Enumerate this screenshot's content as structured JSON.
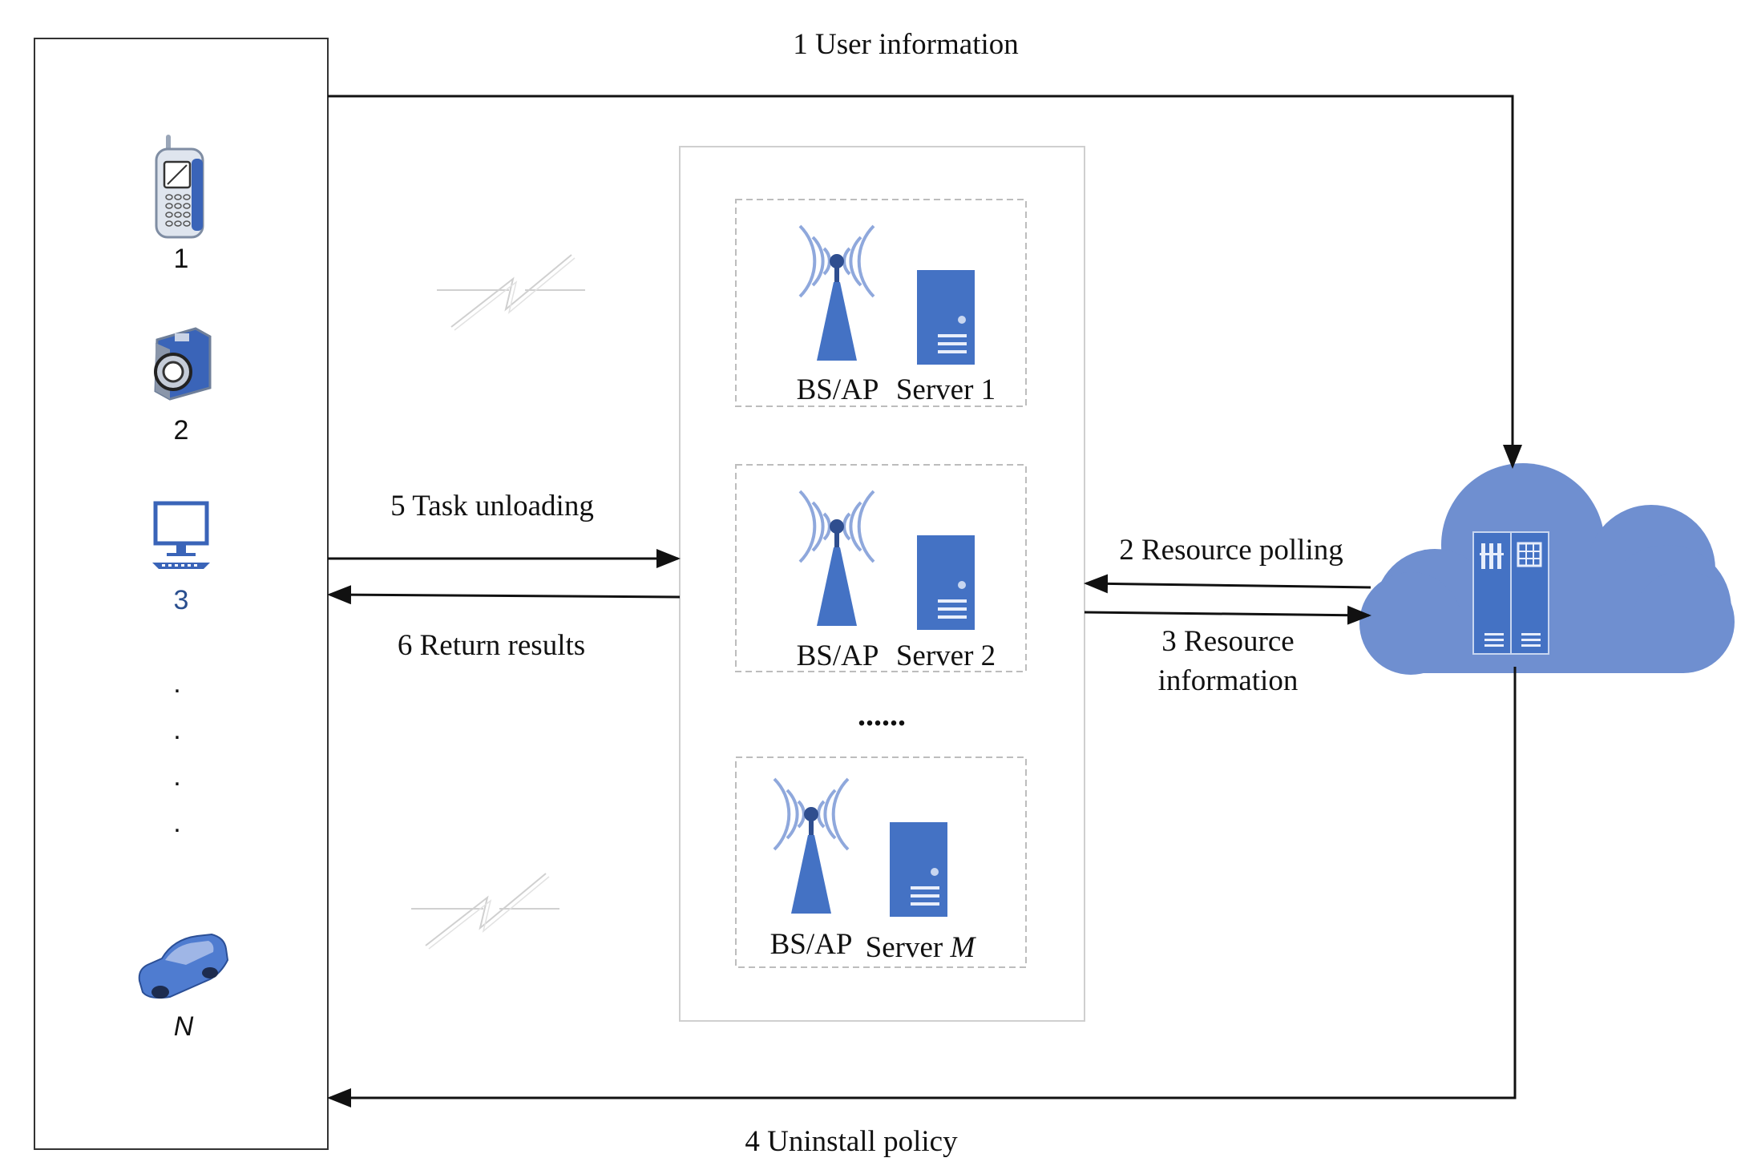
{
  "edges": {
    "user_information": "1 User information",
    "resource_polling": "2 Resource polling",
    "resource_information_line1": "3 Resource",
    "resource_information_line2": "information",
    "uninstall_policy": "4 Uninstall policy",
    "task_unloading": "5 Task unloading",
    "return_results": "6 Return results"
  },
  "devices": [
    {
      "label": "1",
      "icon": "mobile-phone-icon"
    },
    {
      "label": "2",
      "icon": "camera-icon"
    },
    {
      "label": "3",
      "icon": "computer-icon"
    },
    {
      "label": "N",
      "icon": "car-icon"
    }
  ],
  "device_ellipsis": ".",
  "edge_nodes": [
    {
      "bs_label": "BS/AP",
      "server_label": "Server 1"
    },
    {
      "bs_label": "BS/AP",
      "server_label": "Server 2"
    },
    {
      "bs_label": "BS/AP",
      "server_label_prefix": "Server ",
      "server_label_suffix": "M"
    }
  ],
  "edge_ellipsis": "......",
  "cloud_icon": "cloud-server-icon",
  "colors": {
    "blue": "#4472c4",
    "light_blue": "#8fa8dc",
    "cloud": "#6f8fd0",
    "dash_border": "#bdbdbd",
    "line": "#111111"
  }
}
